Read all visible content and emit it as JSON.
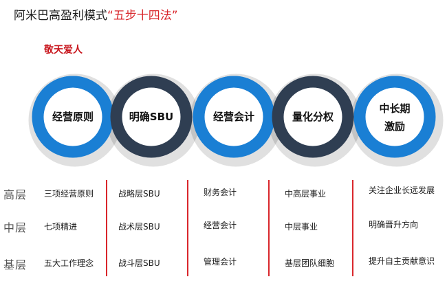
{
  "title": {
    "main": "阿米巴高盈利模式",
    "highlight": "“五步十四法”"
  },
  "slogan": "敬天爱人",
  "colors": {
    "blue": "#1a7fd4",
    "navy": "#2f3e52",
    "red": "#c8161d"
  },
  "rings": [
    {
      "label": "经营原则",
      "color": "blue"
    },
    {
      "label": "明确SBU",
      "color": "navy"
    },
    {
      "label": "经营会计",
      "color": "blue"
    },
    {
      "label": "量化分权",
      "color": "navy"
    },
    {
      "label": "中长期\n激励",
      "color": "blue"
    }
  ],
  "levels": [
    "高层",
    "中层",
    "基层"
  ],
  "columns": [
    [
      "三项经营原则",
      "七项精进",
      "五大工作理念"
    ],
    [
      "战略层SBU",
      "战术层SBU",
      "战斗层SBU"
    ],
    [
      "财务会计",
      "经营会计",
      "管理会计"
    ],
    [
      "中高层事业",
      "中层事业",
      "基层团队细胞"
    ],
    [
      "关注企业长远发展",
      "明确晋升方向",
      "提升自主贡献意识"
    ]
  ]
}
